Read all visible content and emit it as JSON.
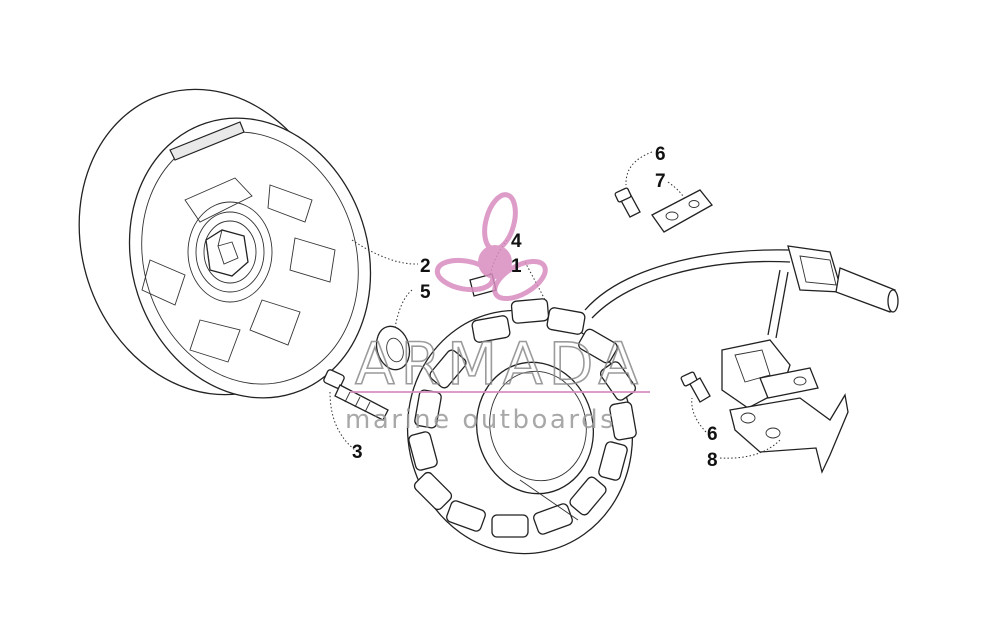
{
  "diagram": {
    "callouts": {
      "c1": "1",
      "c2": "2",
      "c3": "3",
      "c4": "4",
      "c5": "5",
      "c6a": "6",
      "c7": "7",
      "c6b": "6",
      "c8": "8"
    },
    "watermark": {
      "brand": "ARMADA",
      "tagline": "marine outboards",
      "color": "#d98cc0"
    }
  }
}
